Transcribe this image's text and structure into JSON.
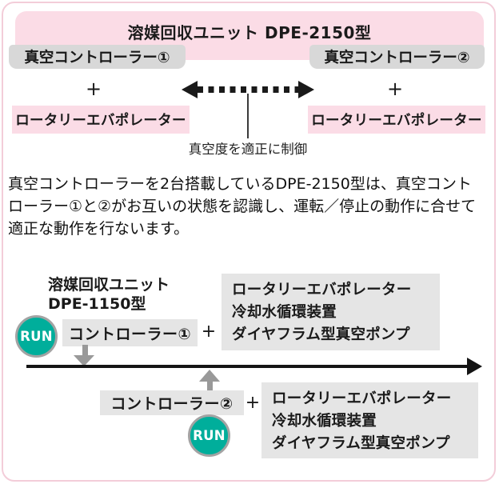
{
  "colors": {
    "pink": "#fbdce6",
    "frame_border_pink": "#f3cdd9",
    "gray_box_top": "#d8d8d8",
    "gray_box_bottom": "#e5e5e5",
    "run_teal": "#00ae9b",
    "run_ring_gray": "#a3a3a3",
    "arrow_gray": "#999999",
    "timeline_black": "#141414"
  },
  "top_diagram": {
    "title": "溶媒回収ユニット DPE-2150型",
    "controller1": "真空コントローラー①",
    "controller2": "真空コントローラー②",
    "plus_left": "+",
    "plus_right": "+",
    "evaporator_left": "ロータリーエバポレーター",
    "evaporator_right": "ロータリーエバポレーター",
    "arrow_caption": "真空度を適正に制御"
  },
  "description_lines": [
    "真空コントローラーを2台搭載しているDPE-2150型は、真空コント",
    "ローラー①と②がお互いの状態を認識し、運転／停止の動作に合せて",
    "適正な動作を行ないます。"
  ],
  "timeline_diagram": {
    "unit_label_line1": "溶媒回収ユニット",
    "unit_label_line2": "DPE-1150型",
    "run_label_1": "RUN",
    "run_label_2": "RUN",
    "controller1": "コントローラー①",
    "controller2": "コントローラー②",
    "plus_1": "+",
    "plus_2": "+",
    "equipment": [
      "ロータリーエバポレーター",
      "冷却水循環装置",
      "ダイヤフラム型真空ポンプ"
    ]
  }
}
